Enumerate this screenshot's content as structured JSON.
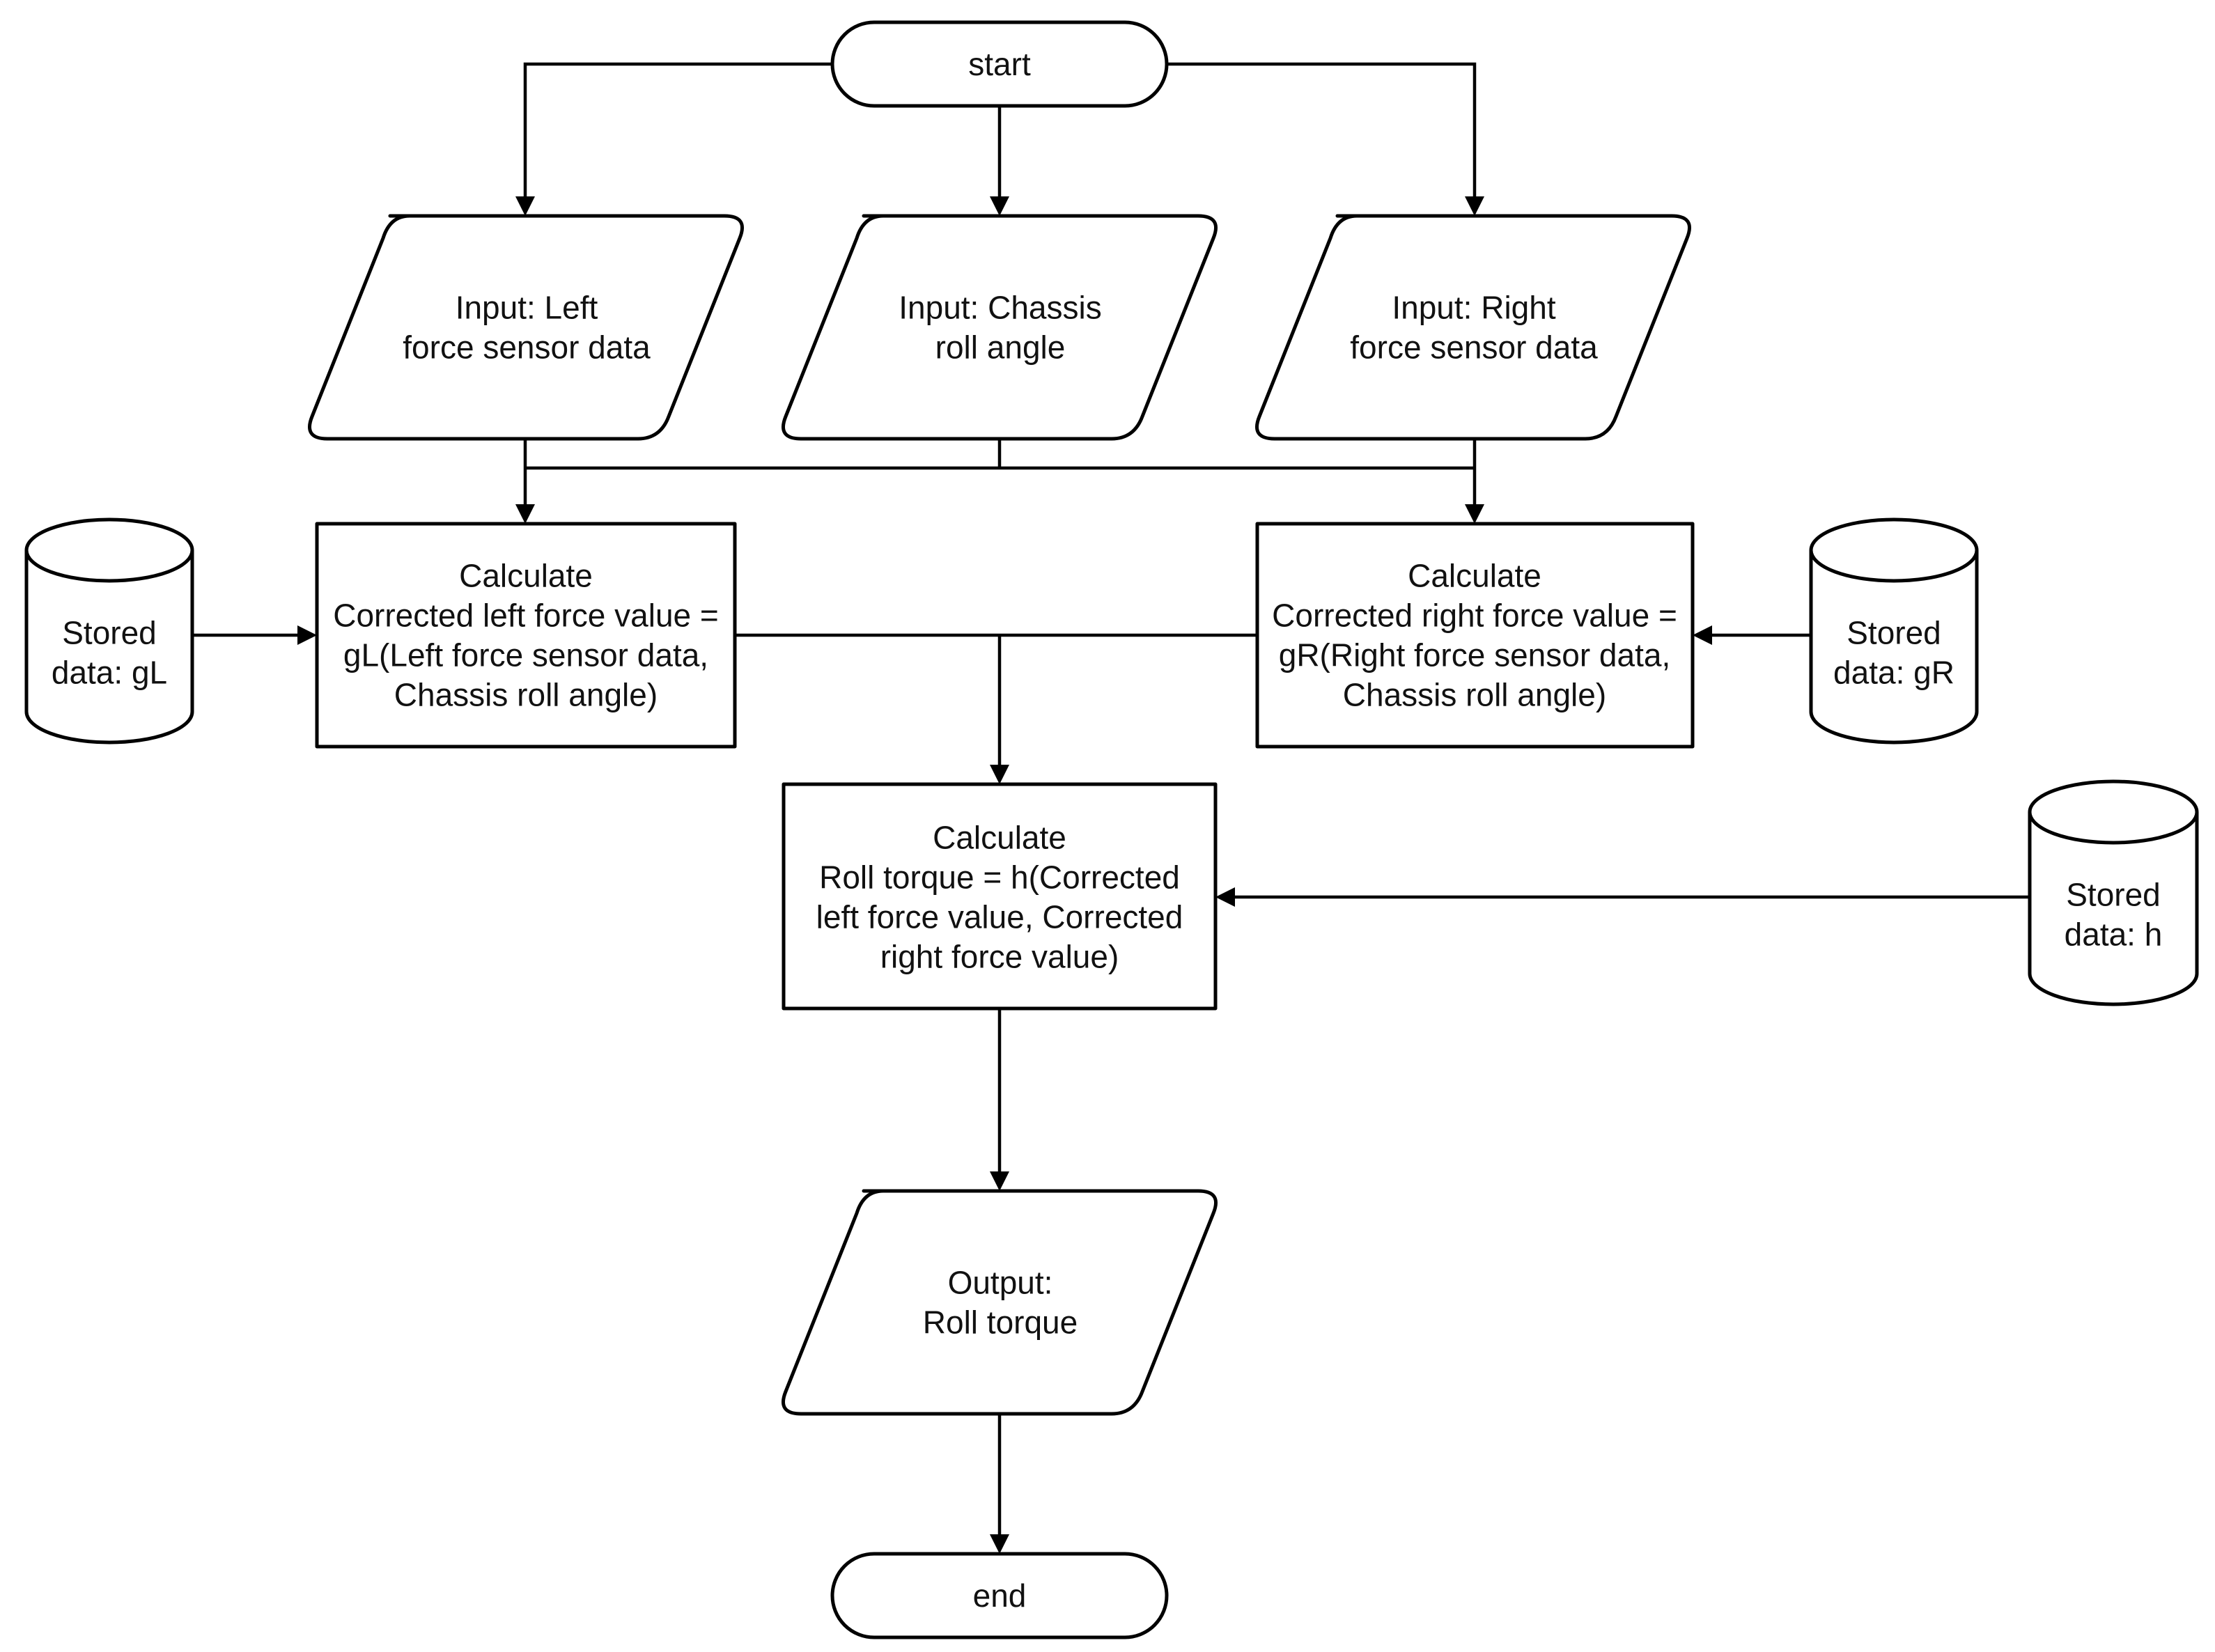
{
  "nodes": {
    "start": {
      "lines": [
        "start"
      ]
    },
    "input_left": {
      "lines": [
        "Input: Left",
        "force sensor data"
      ]
    },
    "input_chassis": {
      "lines": [
        "Input: Chassis",
        "roll angle"
      ]
    },
    "input_right": {
      "lines": [
        "Input: Right",
        "force sensor data"
      ]
    },
    "calc_left": {
      "lines": [
        "Calculate",
        "Corrected left force value =",
        "gL(Left force sensor data,",
        "Chassis roll angle)"
      ]
    },
    "calc_right": {
      "lines": [
        "Calculate",
        "Corrected right force value =",
        "gR(Right force sensor data,",
        "Chassis roll angle)"
      ]
    },
    "stored_gl": {
      "lines": [
        "Stored",
        "data: gL"
      ]
    },
    "stored_gr": {
      "lines": [
        "Stored",
        "data: gR"
      ]
    },
    "calc_torque": {
      "lines": [
        "Calculate",
        "Roll torque = h(Corrected",
        "left force value, Corrected",
        "right force value)"
      ]
    },
    "stored_h": {
      "lines": [
        "Stored",
        "data: h"
      ]
    },
    "output": {
      "lines": [
        "Output:",
        "Roll torque"
      ]
    },
    "end": {
      "lines": [
        "end"
      ]
    }
  },
  "colors": {
    "stroke": "#000000",
    "fill": "#ffffff",
    "text": "#111111"
  }
}
